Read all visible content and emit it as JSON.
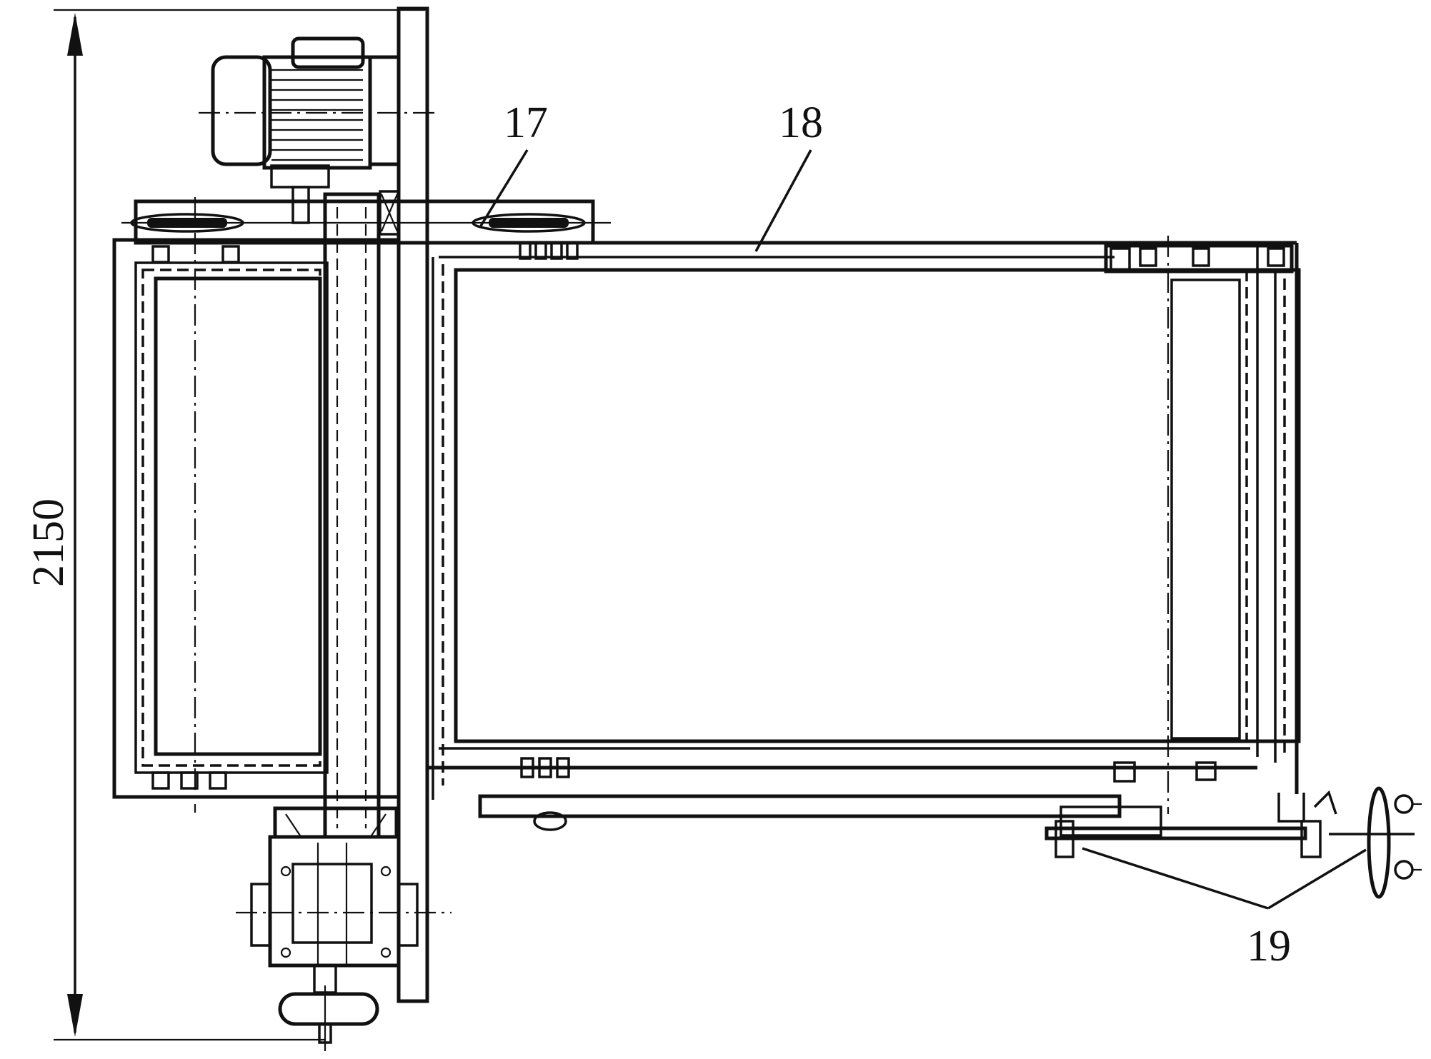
{
  "figure": {
    "dimension": {
      "value": "2150"
    },
    "callouts": [
      {
        "id": "17",
        "text": "17"
      },
      {
        "id": "18",
        "text": "18"
      },
      {
        "id": "19",
        "text": "19"
      }
    ]
  }
}
